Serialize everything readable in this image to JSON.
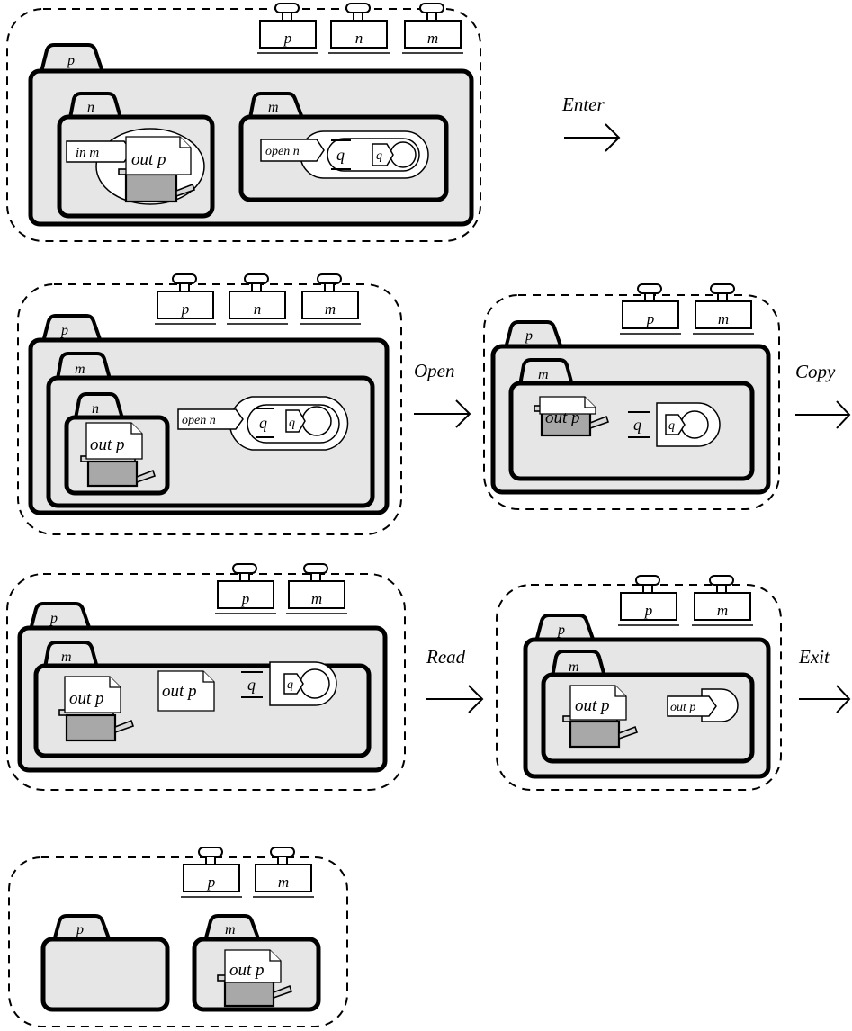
{
  "labels": {
    "p": "p",
    "n": "n",
    "m": "m",
    "q": "q",
    "in_m": "in m",
    "out_p": "out p",
    "open_n": "open n"
  },
  "steps": {
    "enter": "Enter",
    "open": "Open",
    "copy": "Copy",
    "read": "Read",
    "exit": "Exit"
  },
  "colors": {
    "folder_fill": "#e6e6e6",
    "machine_fill": "#a8a8a8",
    "stroke": "#000000",
    "paper": "#ffffff"
  }
}
